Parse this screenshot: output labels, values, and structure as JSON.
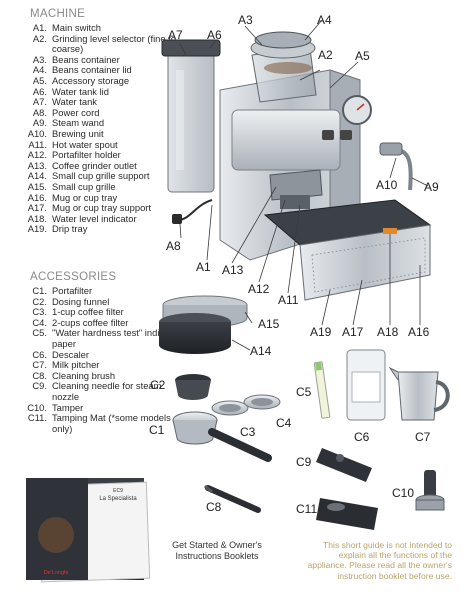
{
  "machine": {
    "title": "MACHINE",
    "items": [
      {
        "code": "A1.",
        "label": "Main switch"
      },
      {
        "code": "A2.",
        "label": "Grinding level selector (fine to coarse)"
      },
      {
        "code": "A3.",
        "label": "Beans container"
      },
      {
        "code": "A4.",
        "label": "Beans container lid"
      },
      {
        "code": "A5.",
        "label": "Accessory storage"
      },
      {
        "code": "A6.",
        "label": "Water tank lid"
      },
      {
        "code": "A7.",
        "label": "Water tank"
      },
      {
        "code": "A8.",
        "label": "Power cord"
      },
      {
        "code": "A9.",
        "label": "Steam wand"
      },
      {
        "code": "A10.",
        "label": "Brewing unit"
      },
      {
        "code": "A11.",
        "label": "Hot water spout"
      },
      {
        "code": "A12.",
        "label": "Portafilter holder"
      },
      {
        "code": "A13.",
        "label": "Coffee grinder outlet"
      },
      {
        "code": "A14.",
        "label": "Small cup grille support"
      },
      {
        "code": "A15.",
        "label": "Small cup grille"
      },
      {
        "code": "A16.",
        "label": "Mug or cup tray"
      },
      {
        "code": "A17.",
        "label": "Mug or cup tray support"
      },
      {
        "code": "A18.",
        "label": "Water level indicator"
      },
      {
        "code": "A19.",
        "label": "Drip tray"
      }
    ]
  },
  "accessories": {
    "title": "ACCESSORIES",
    "items": [
      {
        "code": "C1.",
        "label": "Portafilter"
      },
      {
        "code": "C2.",
        "label": "Dosing funnel"
      },
      {
        "code": "C3.",
        "label": "1-cup coffee filter"
      },
      {
        "code": "C4.",
        "label": "2-cups coffee filter"
      },
      {
        "code": "C5.",
        "label": "\"Water hardness test\" indicator paper"
      },
      {
        "code": "C6.",
        "label": "Descaler"
      },
      {
        "code": "C7.",
        "label": "Milk pitcher"
      },
      {
        "code": "C8.",
        "label": "Cleaning brush"
      },
      {
        "code": "C9.",
        "label": "Cleaning needle for steam nozzle"
      },
      {
        "code": "C10.",
        "label": "Tamper"
      },
      {
        "code": "C11.",
        "label": "Tamping Mat (*some models only)"
      }
    ]
  },
  "callouts": {
    "a1": "A1",
    "a2": "A2",
    "a3": "A3",
    "a4": "A4",
    "a5": "A5",
    "a6": "A6",
    "a7": "A7",
    "a8": "A8",
    "a9": "A9",
    "a10": "A10",
    "a11": "A11",
    "a12": "A12",
    "a13": "A13",
    "a14": "A14",
    "a15": "A15",
    "a16": "A16",
    "a17": "A17",
    "a18": "A18",
    "a19": "A19",
    "c1": "C1",
    "c2": "C2",
    "c3": "C3",
    "c4": "C4",
    "c5": "C5",
    "c6": "C6",
    "c7": "C7",
    "c8": "C8",
    "c9": "C9",
    "c10": "C10",
    "c11": "C11"
  },
  "booklets_caption": "Get Started & Owner's Instructions Booklets",
  "disclaimer": "This short guide is not intended to explain all the functions of the appliance. Please read all the owner's instruction booklet before use.",
  "booklet_cover": {
    "brand": "De'Longhi",
    "model": "La Specialista",
    "code": "EC9"
  },
  "colors": {
    "title_gray": "#8a8a8a",
    "disclaimer_gold": "#b7a46c",
    "steel": "#c9ced3",
    "dark": "#2e3238"
  }
}
